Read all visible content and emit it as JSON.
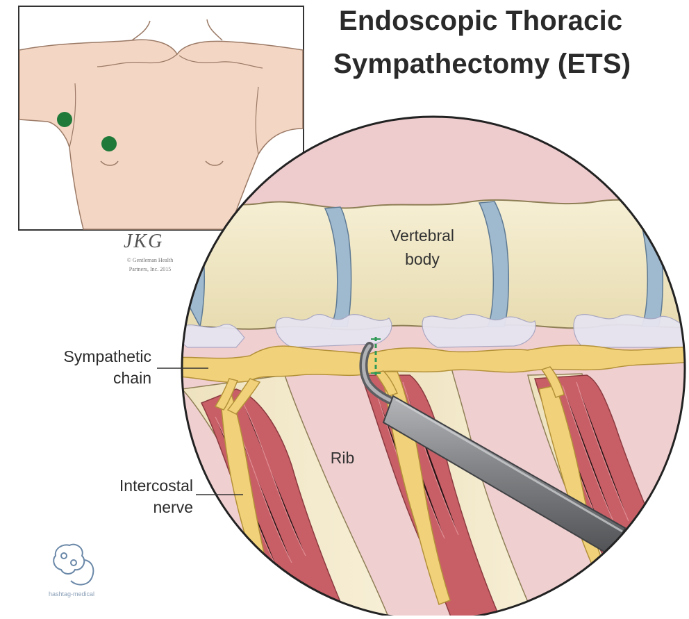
{
  "title": {
    "line1": "Endoscopic Thoracic",
    "line2": "Sympathectomy (ETS)"
  },
  "labels": {
    "vertebral_body": [
      "Vertebral",
      "body"
    ],
    "sympathetic_chain": [
      "Sympathetic",
      "chain"
    ],
    "rib": "Rib",
    "intercostal_nerve": [
      "Intercostal",
      "nerve"
    ]
  },
  "signature": {
    "mark": "JKG",
    "copyright": [
      "© Gentleman Health",
      "Partners, Inc. 2015"
    ]
  },
  "watermark_text": "hashtag-medical",
  "colors": {
    "skin": "#f3d6c4",
    "incision_dot": "#1f7a3a",
    "background_tissue": "#f0cfd0",
    "vertebra": "#f2e9c7",
    "disc": "#9fb9cf",
    "sympathetic_nerve": "#f1d27a",
    "muscle": "#c85f66",
    "instrument": "#7d7f82"
  }
}
